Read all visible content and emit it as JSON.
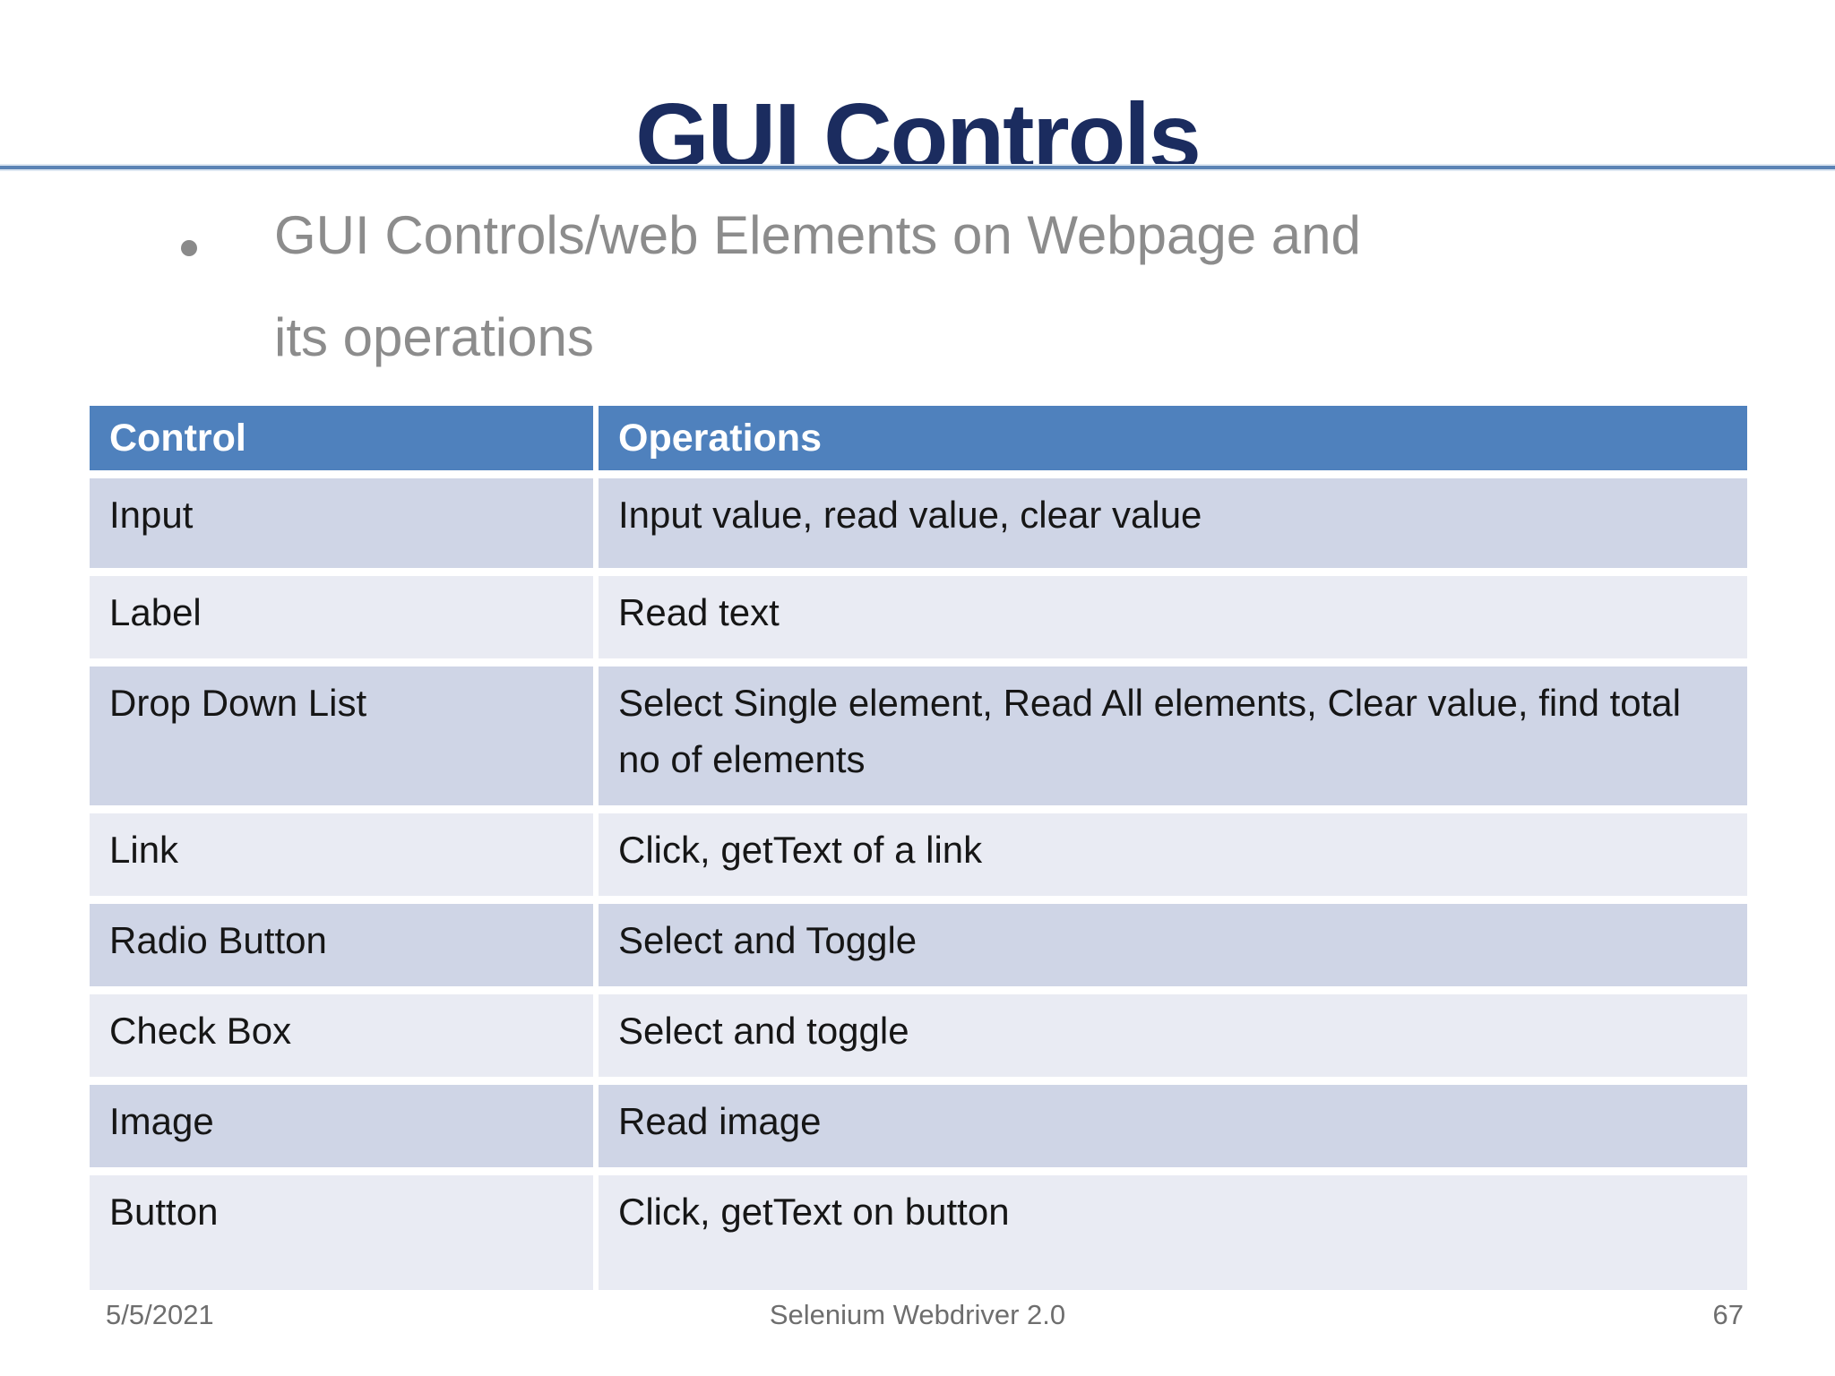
{
  "title": "GUI Controls",
  "bullet": {
    "text": "GUI Controls/web Elements on Webpage and its operations"
  },
  "table": {
    "headers": [
      "Control",
      "Operations"
    ],
    "rows": [
      [
        "Input",
        "Input value, read value, clear value"
      ],
      [
        "Label",
        "Read text"
      ],
      [
        "Drop Down List",
        "Select Single element, Read All elements, Clear value, find total no of elements"
      ],
      [
        "Link",
        "Click, getText of a link"
      ],
      [
        "Radio Button",
        "Select and Toggle"
      ],
      [
        "Check Box",
        "Select and toggle"
      ],
      [
        "Image",
        "Read image"
      ],
      [
        "Button",
        "Click, getText on button"
      ]
    ]
  },
  "footer": {
    "date": "5/5/2021",
    "center": "Selenium Webdriver 2.0",
    "page": "67"
  },
  "colors": {
    "title": "#1B2C5F",
    "header_bg": "#4F81BD",
    "band_dark": "#CFD5E6",
    "band_light": "#E9EBF3",
    "rule": "#5B83B5",
    "body_gray": "#8C8C8C",
    "footer_gray": "#6E6E6E"
  }
}
